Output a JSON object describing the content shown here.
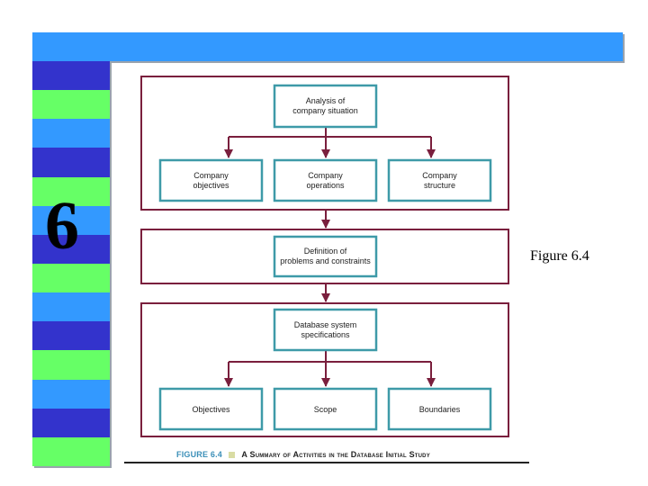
{
  "chapter_number": "6",
  "figure_label": "Figure 6.4",
  "colors": {
    "top_bar": "#3399ff",
    "stripe_blue": "#3399ff",
    "stripe_dark": "#3333cc",
    "stripe_green": "#66ff66",
    "frame": "#7a1f3d",
    "box_border": "#3e9aa8",
    "caption_label": "#3b8fb8"
  },
  "diagram": {
    "section1": {
      "top": [
        "Analysis of",
        "company situation"
      ],
      "children": [
        [
          "Company",
          "objectives"
        ],
        [
          "Company",
          "operations"
        ],
        [
          "Company",
          "structure"
        ]
      ]
    },
    "section2": {
      "box": [
        "Definition of",
        "problems and constraints"
      ]
    },
    "section3": {
      "top": [
        "Database system",
        "specifications"
      ],
      "children": [
        [
          "Objectives"
        ],
        [
          "Scope"
        ],
        [
          "Boundaries"
        ]
      ]
    }
  },
  "caption": {
    "figure_number": "FIGURE 6.4",
    "title": "A Summary of Activities in the Database Initial Study"
  }
}
